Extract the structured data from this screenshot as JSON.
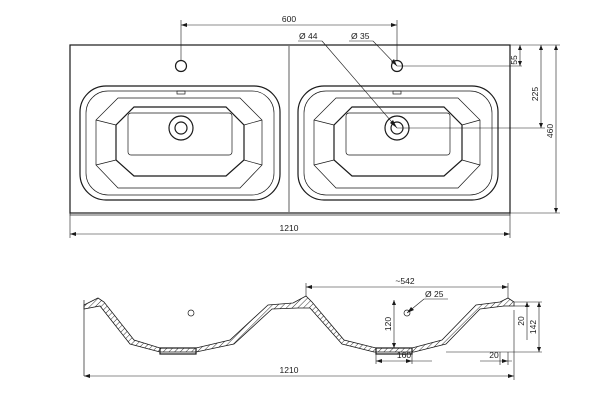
{
  "top_view": {
    "dimensions": {
      "tap_spacing": "600",
      "waste_diameter": "Ø 44",
      "tap_hole_diameter": "Ø 35",
      "tap_hole_offset": "55",
      "waste_offset": "225",
      "depth": "460",
      "width": "1210"
    }
  },
  "side_view": {
    "dimensions": {
      "bowl_length": "~542",
      "tap_hole_diameter": "Ø 25",
      "bowl_depth": "120",
      "rim_thickness": "20",
      "total_height": "142",
      "waste_width": "160",
      "edge_thickness": "20",
      "width": "1210"
    }
  }
}
